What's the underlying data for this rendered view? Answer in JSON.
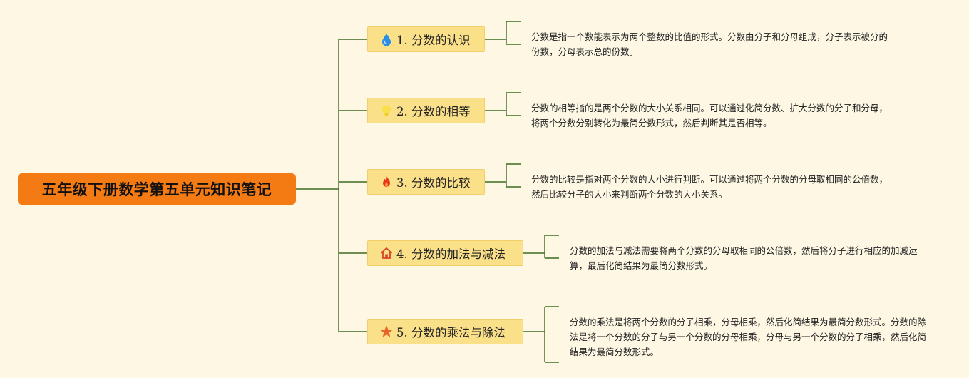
{
  "root": {
    "title": "五年级下册数学第五单元知识笔记"
  },
  "branches": [
    {
      "label": "1. 分数的认识",
      "icon": "water-drop-icon",
      "note": "分数是指一个数能表示为两个整数的比值的形式。分数由分子和分母组成，分子表示被分的份数，分母表示总的份数。"
    },
    {
      "label": "2. 分数的相等",
      "icon": "lightbulb-icon",
      "note": "分数的相等指的是两个分数的大小关系相同。可以通过化简分数、扩大分数的分子和分母，将两个分数分别转化为最简分数形式，然后判断其是否相等。"
    },
    {
      "label": "3. 分数的比较",
      "icon": "flame-icon",
      "note": "分数的比较是指对两个分数的大小进行判断。可以通过将两个分数的分母取相同的公倍数，然后比较分子的大小来判断两个分数的大小关系。"
    },
    {
      "label": "4. 分数的加法与减法",
      "icon": "house-icon",
      "note": "分数的加法与减法需要将两个分数的分母取相同的公倍数，然后将分子进行相应的加减运算，最后化简结果为最简分数形式。"
    },
    {
      "label": "5. 分数的乘法与除法",
      "icon": "star-icon",
      "note": "分数的乘法是将两个分数的分子相乘，分母相乘，然后化简结果为最简分数形式。分数的除法是将一个分数的分子与另一个分数的分母相乘，分母与另一个分数的分子相乘，然后化简结果为最简分数形式。"
    }
  ],
  "colors": {
    "background": "#fdf7e4",
    "root_fill": "#f47a14",
    "branch_fill": "#fbe08a",
    "connector": "#3d6b1f"
  }
}
